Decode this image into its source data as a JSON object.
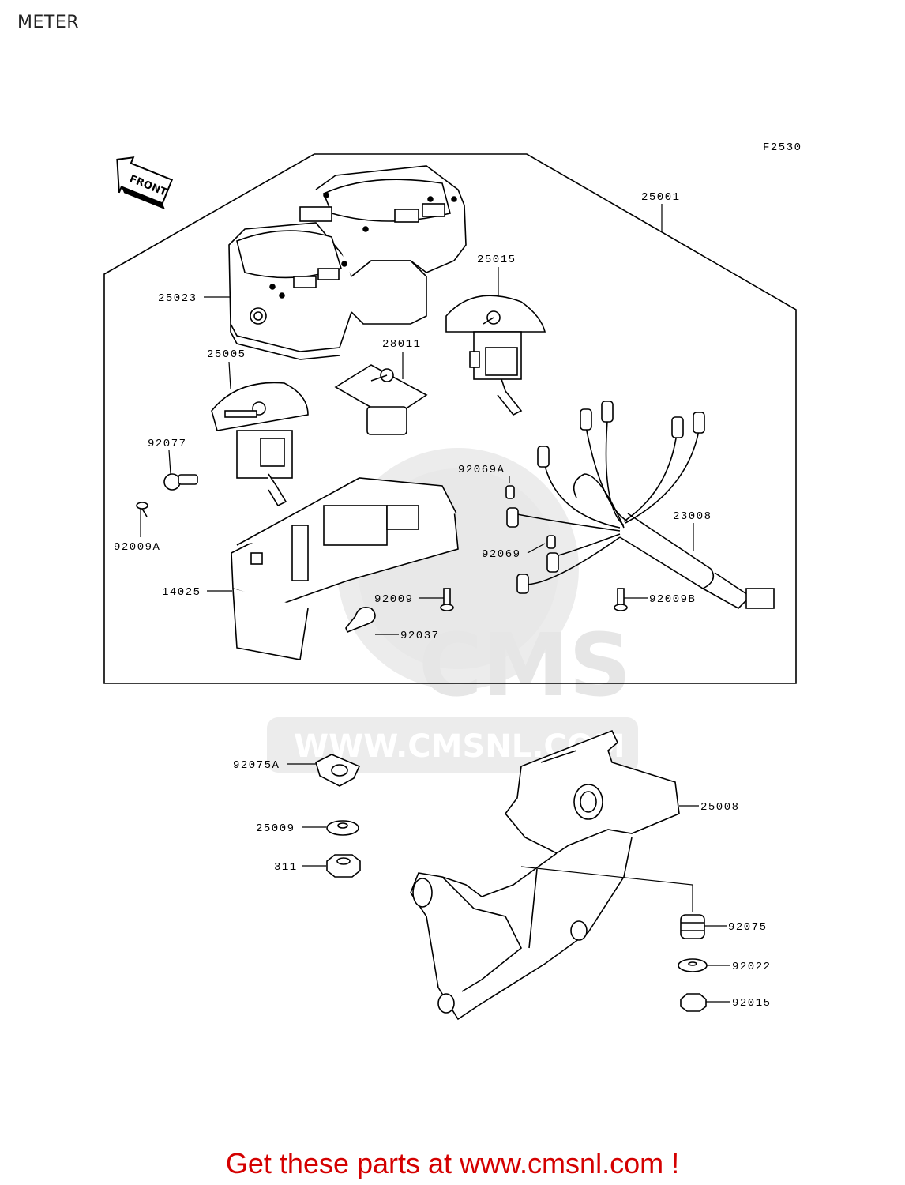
{
  "page_title": "METER",
  "figure_code": "F2530",
  "front_label": "FRONT",
  "watermark": {
    "brand": "CMS",
    "url": "WWW.CMSNL.COM"
  },
  "footer": "Get these parts at www.cmsnl.com !",
  "parts": [
    {
      "key": "p25001",
      "number": "25001"
    },
    {
      "key": "p25015",
      "number": "25015"
    },
    {
      "key": "p25023",
      "number": "25023"
    },
    {
      "key": "p28011",
      "number": "28011"
    },
    {
      "key": "p25005",
      "number": "25005"
    },
    {
      "key": "p92077",
      "number": "92077"
    },
    {
      "key": "p92069A",
      "number": "92069A"
    },
    {
      "key": "p23008",
      "number": "23008"
    },
    {
      "key": "p92009A",
      "number": "92009A"
    },
    {
      "key": "p92069",
      "number": "92069"
    },
    {
      "key": "p14025",
      "number": "14025"
    },
    {
      "key": "p92009",
      "number": "92009"
    },
    {
      "key": "p92009B",
      "number": "92009B"
    },
    {
      "key": "p92037",
      "number": "92037"
    },
    {
      "key": "p92075A",
      "number": "92075A"
    },
    {
      "key": "p25008",
      "number": "25008"
    },
    {
      "key": "p25009",
      "number": "25009"
    },
    {
      "key": "p311",
      "number": "311"
    },
    {
      "key": "p92075",
      "number": "92075"
    },
    {
      "key": "p92022",
      "number": "92022"
    },
    {
      "key": "p92015",
      "number": "92015"
    }
  ]
}
